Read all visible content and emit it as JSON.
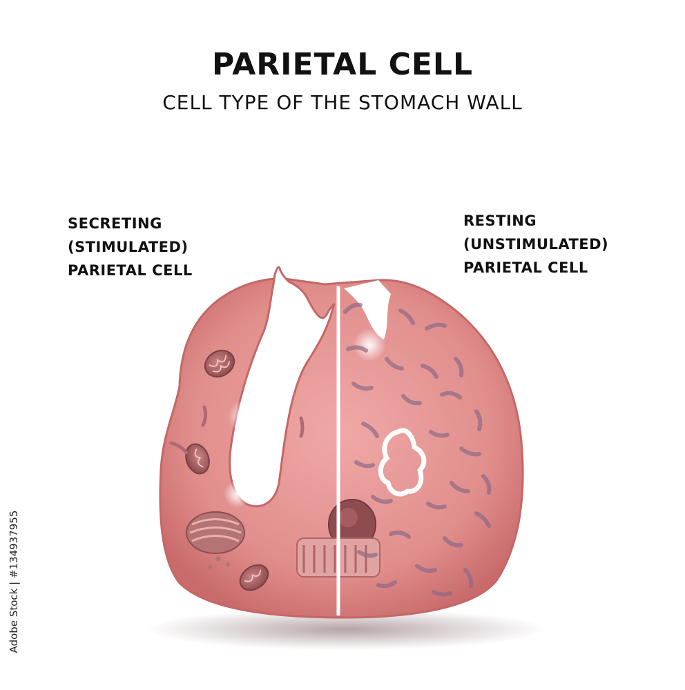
{
  "header": {
    "title": "PARIETAL CELL",
    "subtitle": "CELL TYPE OF THE STOMACH WALL"
  },
  "labels": {
    "left": [
      "SECRETING",
      "(STIMULATED)",
      "PARIETAL CELL"
    ],
    "right": [
      "RESTING",
      "(UNSTIMULATED)",
      "PARIETAL CELL"
    ]
  },
  "watermark": "Adobe Stock | #134937955",
  "colors": {
    "cell_body": "#d97f7e",
    "cell_edge": "#c96a6b",
    "organelle": "#9a5a5e",
    "tubule": "#8f6a86",
    "canaliculus": "#ffffff",
    "divider": "#ffffff"
  }
}
